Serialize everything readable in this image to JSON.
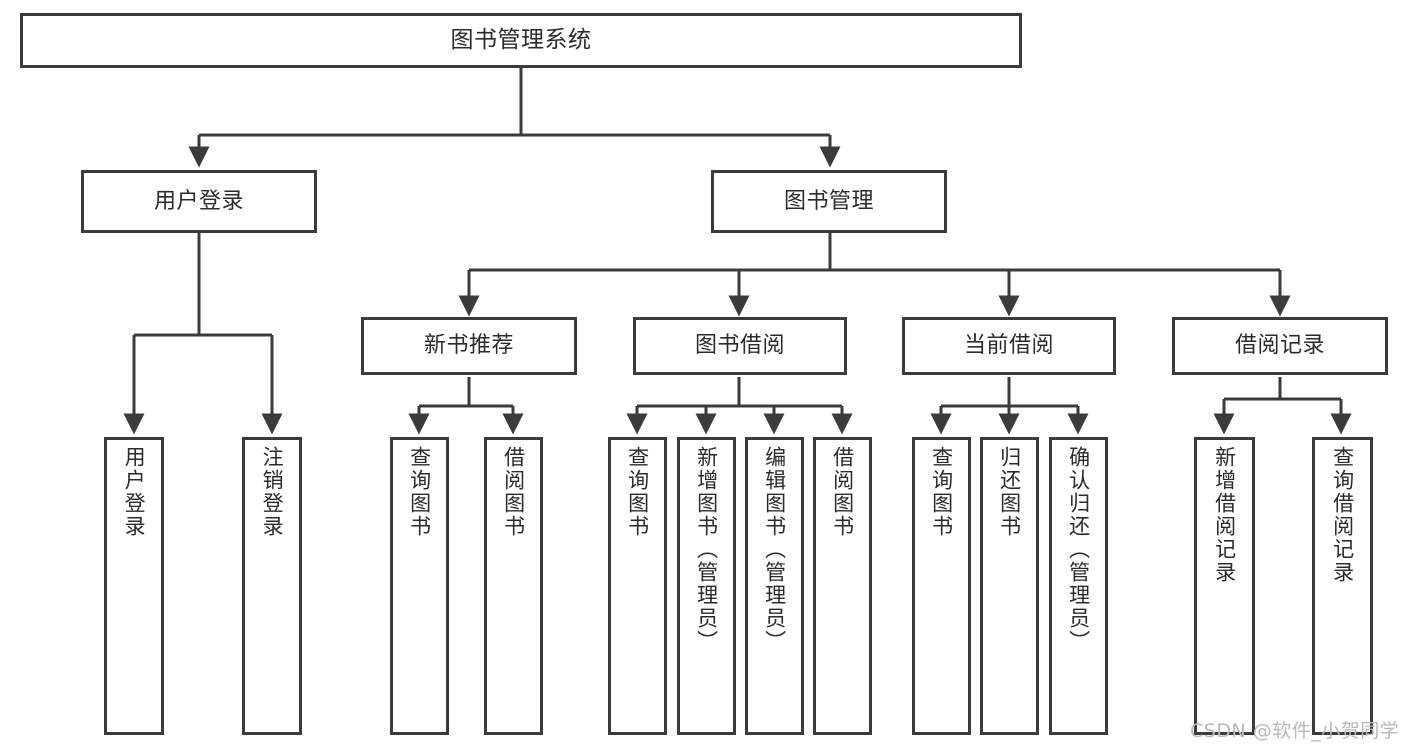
{
  "diagram": {
    "title": "图书管理系统",
    "type": "function-hierarchy-tree",
    "colors": {
      "box_stroke": "#3b3b3b",
      "box_fill": "#ffffff",
      "edge": "#3b3b3b",
      "text": "#2b2b2b",
      "watermark": "#b9b9b9",
      "background": "#ffffff"
    },
    "watermark": "CSDN @软件_小贺同学",
    "nodes": {
      "root": {
        "label": "图书管理系统"
      },
      "level1": [
        {
          "id": "user-login",
          "label": "用户登录"
        },
        {
          "id": "book-management",
          "label": "图书管理"
        }
      ],
      "level2": [
        {
          "id": "new-book-recommend",
          "label": "新书推荐",
          "parent": "book-management"
        },
        {
          "id": "book-borrow",
          "label": "图书借阅",
          "parent": "book-management"
        },
        {
          "id": "current-borrow",
          "label": "当前借阅",
          "parent": "book-management"
        },
        {
          "id": "borrow-record",
          "label": "借阅记录",
          "parent": "book-management"
        }
      ],
      "leaves": {
        "user-login": [
          {
            "id": "leaf-user-login",
            "label": "用户登录"
          },
          {
            "id": "leaf-user-logout",
            "label": "注销登录"
          }
        ],
        "new-book-recommend": [
          {
            "id": "leaf-query-book-1",
            "label": "查询图书"
          },
          {
            "id": "leaf-borrow-book-1",
            "label": "借阅图书"
          }
        ],
        "book-borrow": [
          {
            "id": "leaf-query-book-2",
            "label": "查询图书"
          },
          {
            "id": "leaf-add-book",
            "label": "新增图书（管理员）"
          },
          {
            "id": "leaf-edit-book",
            "label": "编辑图书（管理员）"
          },
          {
            "id": "leaf-borrow-book-2",
            "label": "借阅图书"
          }
        ],
        "current-borrow": [
          {
            "id": "leaf-query-book-3",
            "label": "查询图书"
          },
          {
            "id": "leaf-return-book",
            "label": "归还图书"
          },
          {
            "id": "leaf-confirm-return",
            "label": "确认归还（管理员）"
          }
        ],
        "borrow-record": [
          {
            "id": "leaf-add-record",
            "label": "新增借阅记录"
          },
          {
            "id": "leaf-query-record",
            "label": "查询借阅记录"
          }
        ]
      }
    }
  }
}
